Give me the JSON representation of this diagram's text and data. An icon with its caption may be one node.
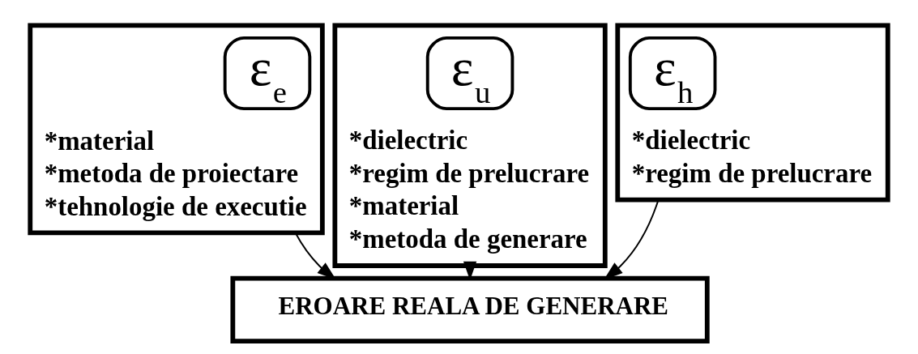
{
  "diagram": {
    "nodes": [
      {
        "text": [
          "*material",
          "*metoda de proiectare",
          "*tehnologie de executie"
        ]
      },
      {
        "text": [
          "ε$_{e}$"
        ],
        "in": 0
      },
      {
        "text": [
          "*dielectric",
          "*regim de prelucrare",
          "*material",
          "*metoda de generare"
        ]
      },
      {
        "text": [
          "ε$_{u}$"
        ],
        "in": 2
      },
      {
        "text": [
          "*dielectric",
          "*regim de prelucrare"
        ]
      },
      {
        "text": [
          "ε$_{h}$"
        ],
        "in": 4
      },
      {
        "text": [
          "EROARE REALA DE GENERARE"
        ]
      }
    ],
    "edges": [
      {
        "from": 0,
        "to": 6,
        "arrow": "to"
      },
      {
        "from": 2,
        "to": 6,
        "arrow": "to"
      },
      {
        "from": 4,
        "to": 6,
        "arrow": "to"
      }
    ]
  }
}
